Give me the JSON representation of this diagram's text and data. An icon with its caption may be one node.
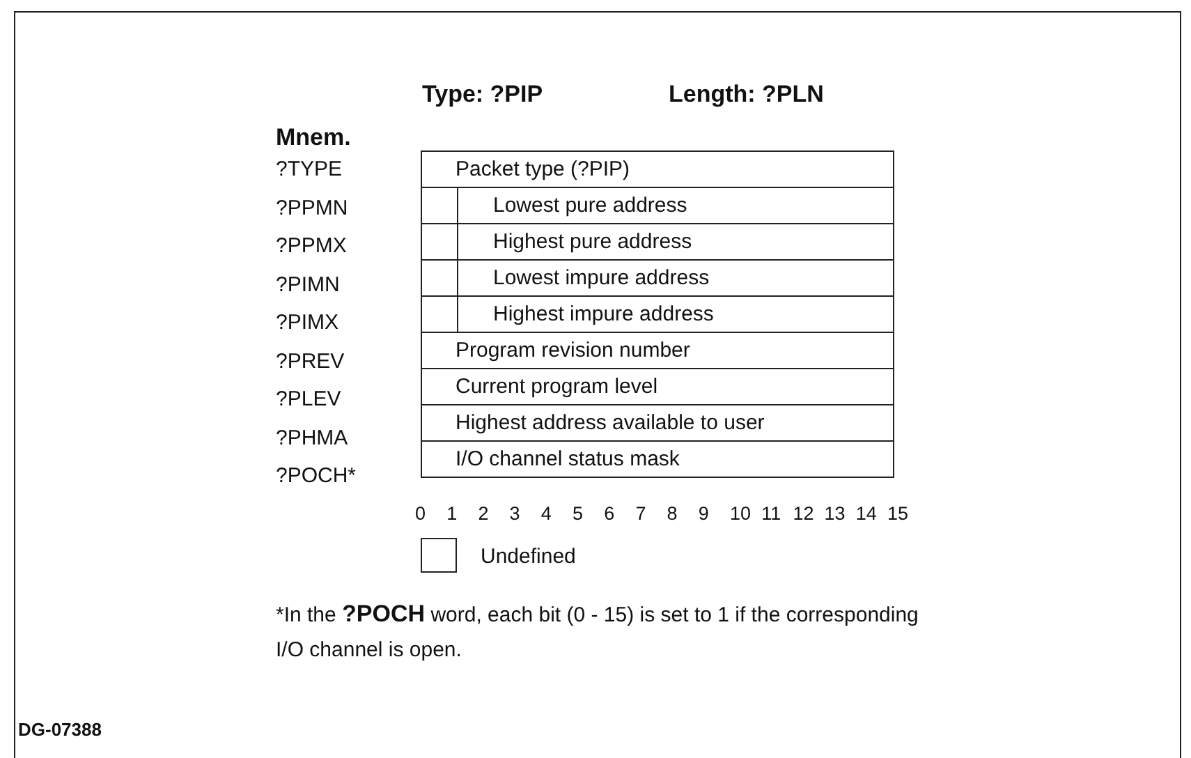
{
  "diagram": {
    "nodes": [
      {
        "text": [
          "Packet type (?PIP)"
        ]
      },
      {
        "text": [
          "Lowest pure address"
        ]
      },
      {
        "text": [],
        "shape": "box",
        "in": 1
      },
      {
        "text": [
          "Highest pure address"
        ]
      },
      {
        "text": [],
        "shape": "box",
        "in": 3
      },
      {
        "text": [
          "Lowest impure address"
        ]
      },
      {
        "text": [],
        "shape": "box",
        "in": 5
      },
      {
        "text": [
          "Highest impure address"
        ]
      },
      {
        "text": [],
        "shape": "box",
        "in": 7
      },
      {
        "text": [
          "Program revision number"
        ]
      },
      {
        "text": [
          "Current program level"
        ]
      },
      {
        "text": [
          "Highest address available to user"
        ]
      },
      {
        "text": [
          "I/O channel status mask"
        ]
      }
    ],
    "labels": [
      "Type: ?PIP",
      "Length: ?PLN",
      "Mnem.",
      "?TYPE",
      "?PPMN",
      "?PPMX",
      "?PIMN",
      "?PIMX",
      "?PREV",
      "?PLEV",
      "?PHMA",
      "?POCH*",
      "0",
      "1",
      "2",
      "3",
      "4",
      "5",
      "6",
      "7",
      "8",
      "9",
      "10",
      "11",
      "12",
      "13",
      "14",
      "15",
      "*In the **?POCH** word, each bit (0 - 15) is set to 1 if the corresponding I/O channel is open.",
      "DG-07388"
    ],
    "legend": [
      {
        "text": "Undefined"
      }
    ]
  }
}
